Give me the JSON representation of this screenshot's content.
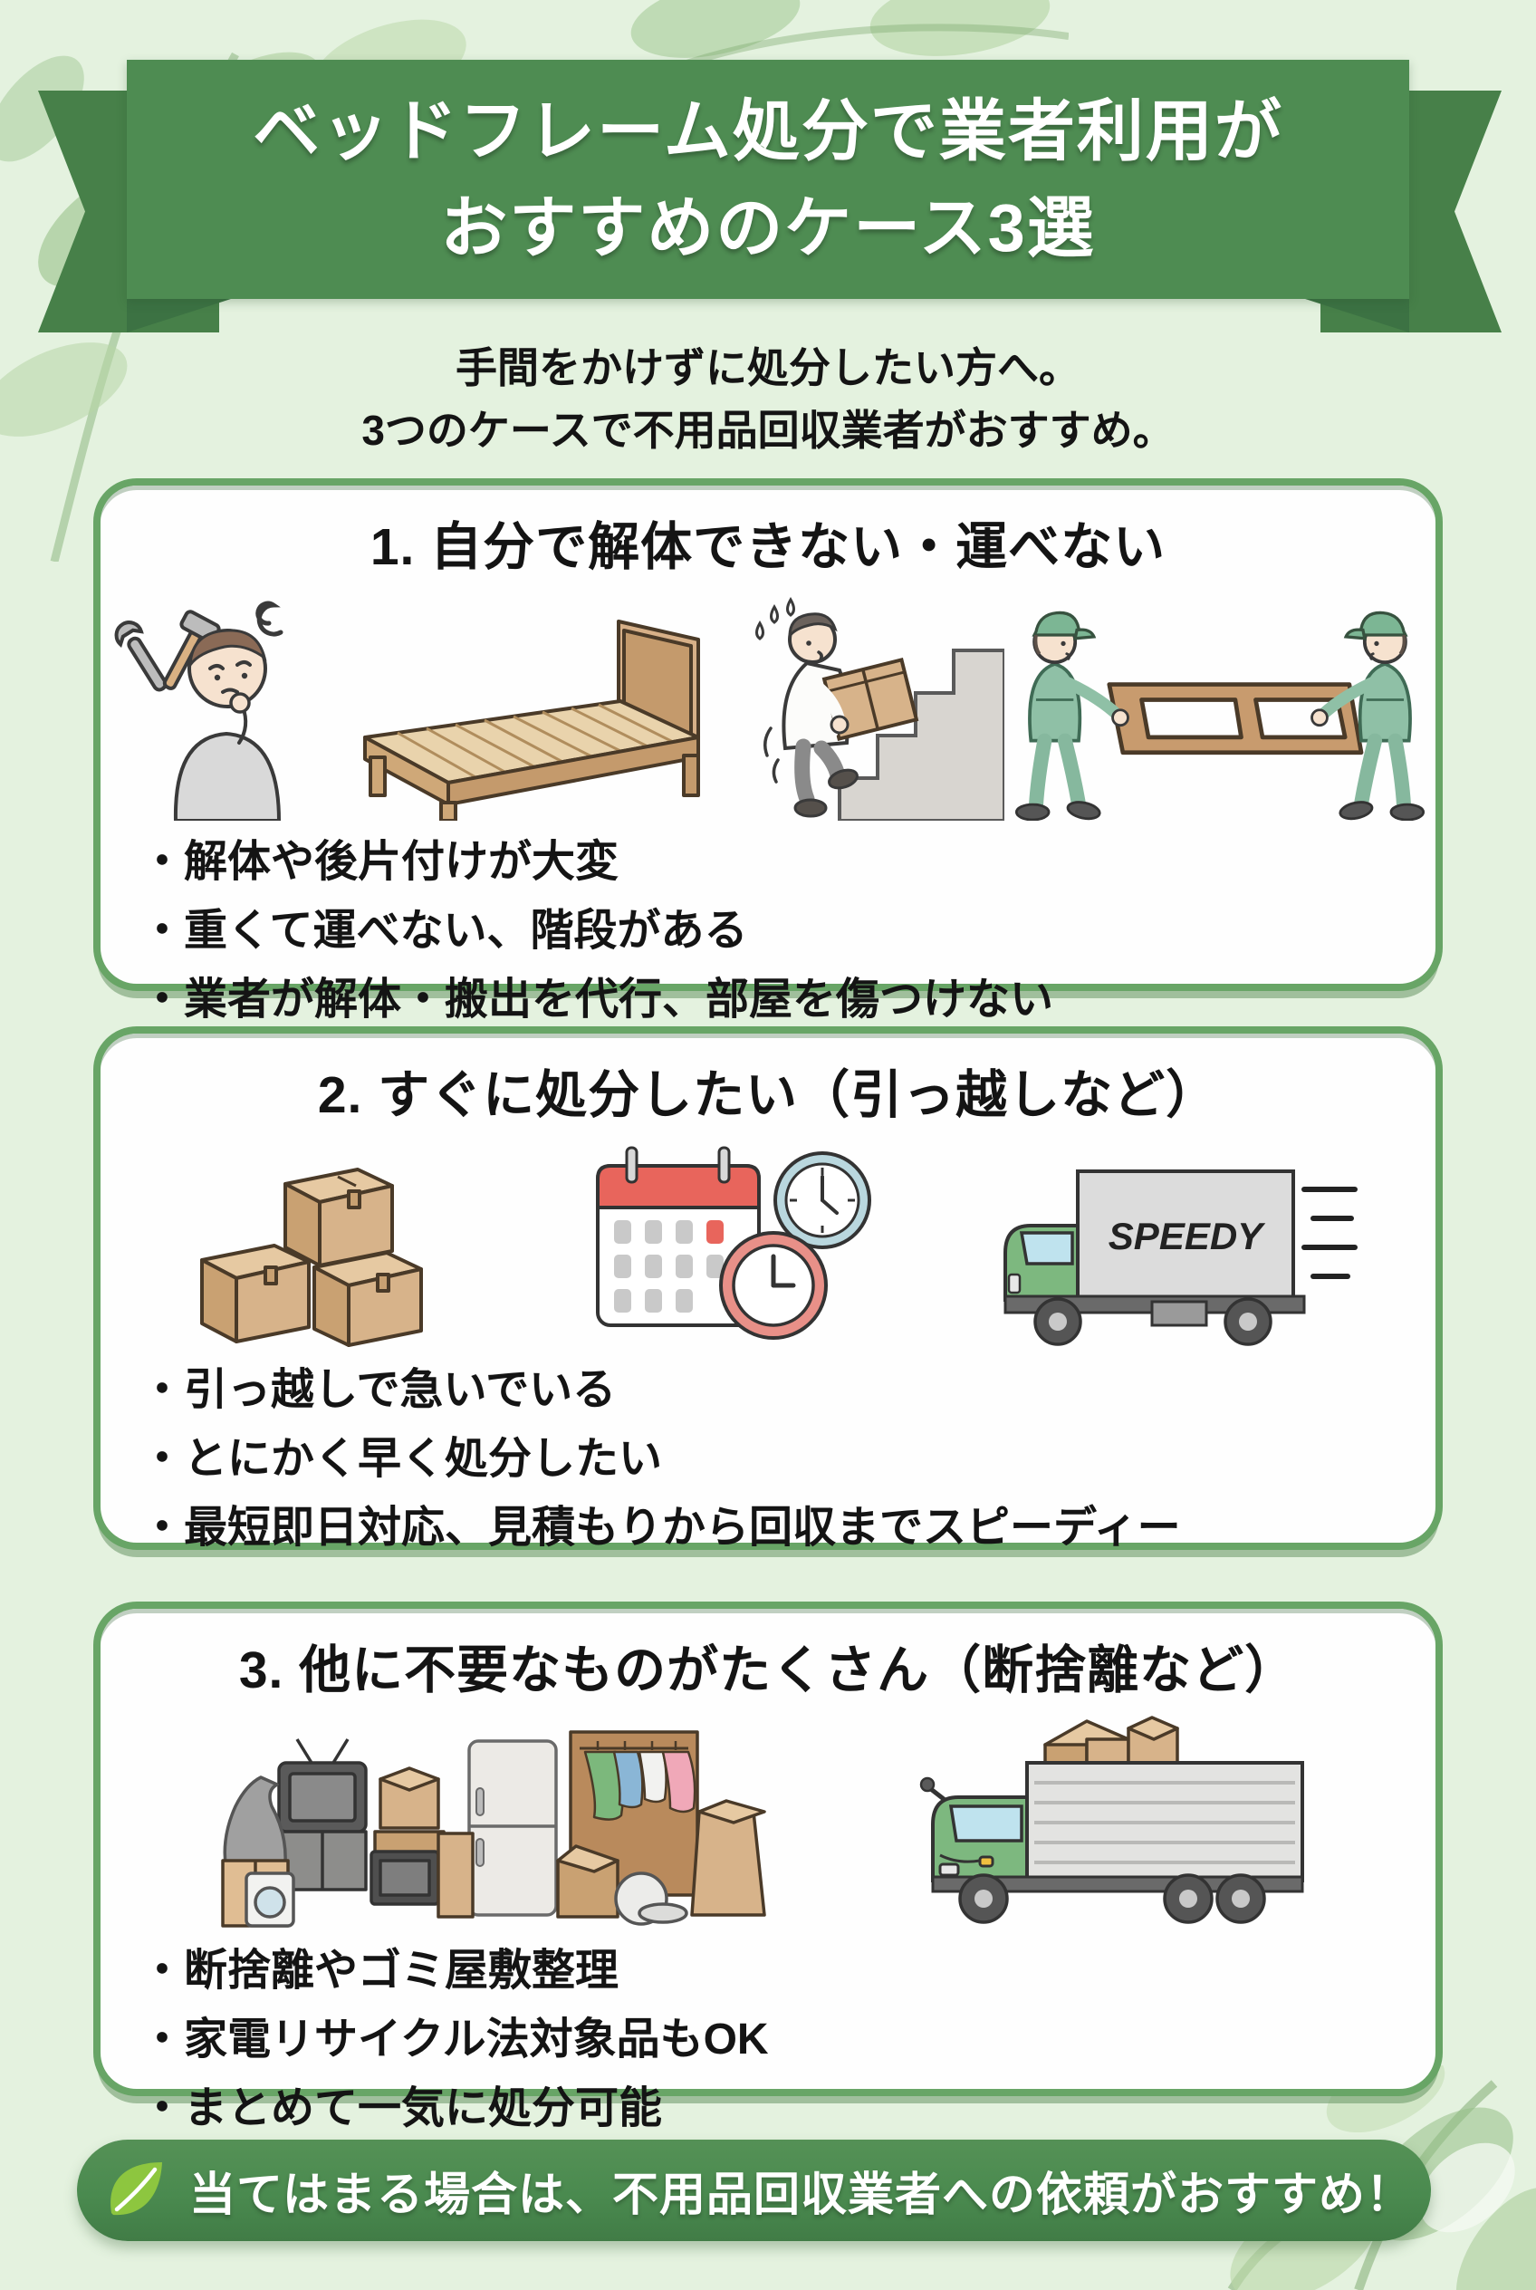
{
  "colors": {
    "bg": "#e4f2df",
    "ribbon": "#4e8c52",
    "ribbon-tail": "#478049",
    "ribbon-fold": "#3c7243",
    "card-border": "#68a566",
    "card-bg": "#fefefe",
    "text": "#141414",
    "pill": "#4a8a4f",
    "leaf-accent": "#8dc63f",
    "title-text": "#ffffff"
  },
  "header": {
    "title_line1": "ベッドフレーム処分で業者利用が",
    "title_line2": "おすすめのケース3選",
    "subtitle_line1": "手間をかけずに処分したい方へ。",
    "subtitle_line2": "3つのケースで不用品回収業者がおすすめ。"
  },
  "cards": [
    {
      "title": "1. 自分で解体できない・運べない",
      "bullets": [
        "・解体や後片付けが大変",
        "・重くて運べない、階段がある",
        "・業者が解体・搬出を代行、部屋を傷つけない"
      ]
    },
    {
      "title": "2. すぐに処分したい（引っ越しなど）",
      "truck_label": "SPEEDY",
      "bullets": [
        "・引っ越しで急いでいる",
        "・とにかく早く処分したい",
        "・最短即日対応、見積もりから回収までスピーディー"
      ]
    },
    {
      "title": "3. 他に不要なものがたくさん（断捨離など）",
      "bullets": [
        "・断捨離やゴミ屋敷整理",
        "・家電リサイクル法対象品もOK",
        "・まとめて一気に処分可能"
      ]
    }
  ],
  "footer": {
    "text": "当てはまる場合は、不用品回収業者への依頼がおすすめ！"
  }
}
